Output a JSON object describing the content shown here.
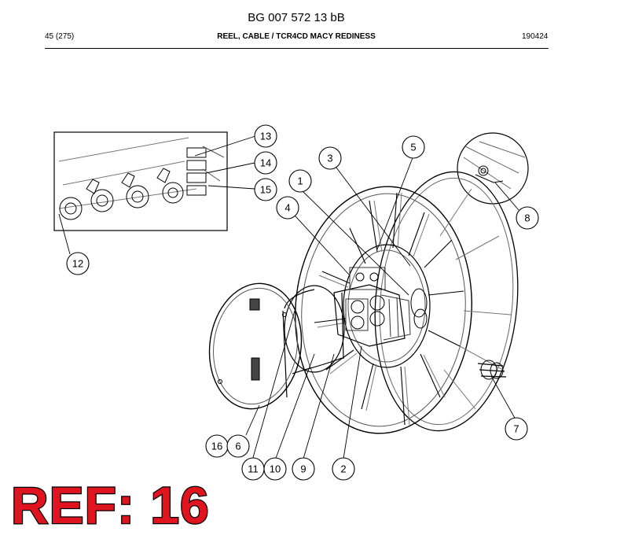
{
  "header": {
    "document_id": "BG 007 572 13 bB",
    "page": "45 (275)",
    "title": "REEL, CABLE / TCR4CD MACY REDINESS",
    "date": "190424"
  },
  "callouts": [
    "1",
    "2",
    "3",
    "4",
    "5",
    "6",
    "7",
    "8",
    "9",
    "10",
    "11",
    "12",
    "13",
    "14",
    "15",
    "16"
  ],
  "reference": "REF: 16"
}
